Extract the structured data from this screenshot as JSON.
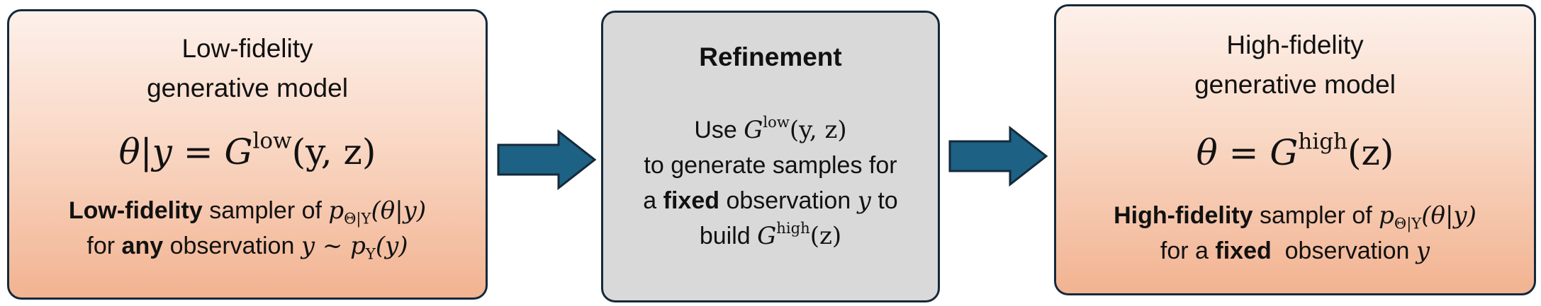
{
  "low": {
    "title_line1": "Low-fidelity",
    "title_line2": "generative model",
    "eq_lhs": "θ|y = G",
    "eq_sup": "low",
    "eq_rhs": "(y, z)",
    "desc1_bold": "Low-fidelity",
    "desc1_text": " sampler of ",
    "desc1_p": "p",
    "desc1_sub": "Θ|Y",
    "desc1_arg": "(θ|y)",
    "desc2_pre": "for ",
    "desc2_bold": "any",
    "desc2_text": " observation ",
    "desc2_math": "y ~ p",
    "desc2_sub": "Y",
    "desc2_arg": "(y)"
  },
  "refinement": {
    "title": "Refinement",
    "l1_pre": "Use ",
    "l1_G": "G",
    "l1_sup": "low",
    "l1_arg": "(y, z)",
    "l2": "to generate samples for",
    "l3_pre": "a ",
    "l3_bold": "fixed",
    "l3_text": " observation ",
    "l3_y": "y",
    "l3_post": " to",
    "l4_pre": "build ",
    "l4_G": "G",
    "l4_sup": "high",
    "l4_arg": "(z)"
  },
  "high": {
    "title_line1": "High-fidelity",
    "title_line2": "generative model",
    "eq_lhs": "θ = G",
    "eq_sup": "high",
    "eq_rhs": "(z)",
    "desc1_bold": "High-fidelity",
    "desc1_text": " sampler of ",
    "desc1_p": "p",
    "desc1_sub": "Θ|Y",
    "desc1_arg": "(θ|y)",
    "desc2_pre": "for a ",
    "desc2_bold": "fixed",
    "desc2_text": "  observation ",
    "desc2_y": "y"
  },
  "colors": {
    "box_border": "#15293a",
    "peach_top": "#fdf0ea",
    "peach_bottom": "#f2b391",
    "gray_fill": "#d9d9d9",
    "arrow_fill": "#1d6184",
    "arrow_stroke": "#15293a"
  },
  "icons": {
    "arrow_1": "right-arrow-icon",
    "arrow_2": "right-arrow-icon"
  }
}
